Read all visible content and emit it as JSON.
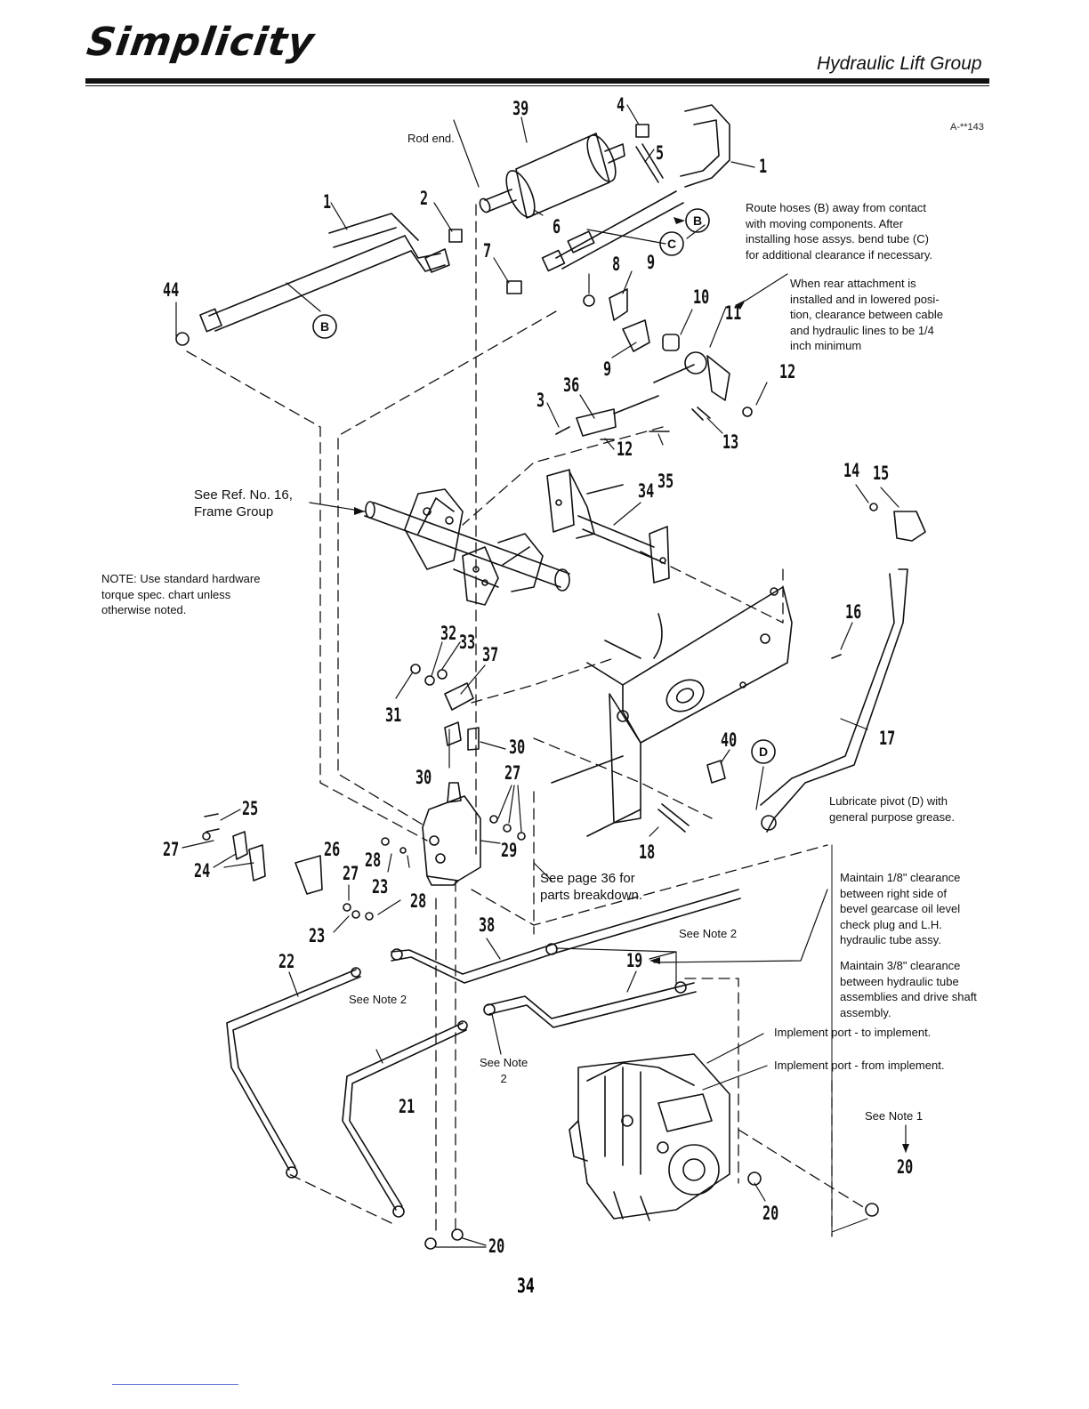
{
  "header": {
    "brand": "Simplicity",
    "section_title": "Hydraulic Lift Group",
    "figure_id": "A-**143"
  },
  "notes": {
    "rod_end": "Rod end.",
    "route_hoses": "Route hoses (B) away from contact\nwith moving components. After\ninstalling hose assys. bend tube (C)\nfor additional clearance if necessary.",
    "rear_attachment": "When rear attachment is\ninstalled and in lowered posi-\ntion, clearance between cable\nand hydraulic lines to be 1/4\ninch minimum",
    "see_ref": "See Ref. No. 16,\nFrame Group",
    "standard_hardware": "NOTE: Use standard hardware\ntorque spec. chart unless\notherwise noted.",
    "lubricate": "Lubricate pivot (D) with\ngeneral purpose grease.",
    "see_page": "See page 36 for\nparts breakdown.",
    "maintain_18": "Maintain 1/8\" clearance\nbetween right side of\nbevel gearcase oil level\ncheck plug and L.H.\nhydraulic tube assy.",
    "maintain_38": "Maintain 3/8\" clearance\nbetween hydraulic tube\nassemblies and drive shaft\nassembly.",
    "see_note_2_a": "See Note 2",
    "see_note_2_b": "See Note 2",
    "see_note_2_c": "See Note\n2",
    "implement_to": "Implement port - to implement.",
    "implement_from": "Implement port - from implement.",
    "see_note_1": "See Note 1"
  },
  "letters": {
    "b1": "B",
    "b2": "B",
    "c": "C",
    "d": "D"
  },
  "parts": {
    "p39": "39",
    "p4": "4",
    "p5": "5",
    "p1a": "1",
    "p1b": "1",
    "p2": "2",
    "p6": "6",
    "p7": "7",
    "p8": "8",
    "p9a": "9",
    "p9b": "9",
    "p10": "10",
    "p11": "11",
    "p12a": "12",
    "p12b": "12",
    "p44": "44",
    "p3": "3",
    "p36": "36",
    "p13": "13",
    "p35": "35",
    "p34": "34",
    "p14": "14",
    "p15": "15",
    "p16": "16",
    "p32": "32",
    "p33": "33",
    "p37": "37",
    "p31": "31",
    "p30a": "30",
    "p30b": "30",
    "p40": "40",
    "p17": "17",
    "p27a": "27",
    "p25": "25",
    "p27b": "27",
    "p24": "24",
    "p26": "26",
    "p28a": "28",
    "p27c": "27",
    "p23a": "23",
    "p29": "29",
    "p18": "18",
    "p28b": "28",
    "p23b": "23",
    "p38": "38",
    "p22": "22",
    "p19": "19",
    "p21": "21",
    "p20a": "20",
    "p20b": "20",
    "p20c": "20"
  },
  "page_number": "34"
}
